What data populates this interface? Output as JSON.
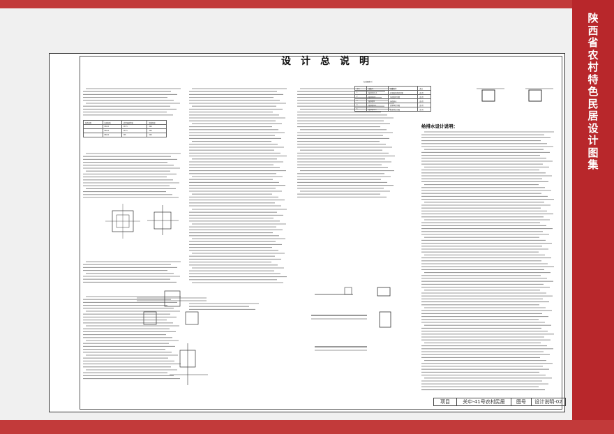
{
  "side_title": [
    "陕",
    "西",
    "省",
    "农",
    "村",
    "特",
    "色",
    "民",
    "居",
    "设",
    "计",
    "图",
    "集"
  ],
  "sheet_title": "设计总说明",
  "drainage_title": "给排水设计说明：",
  "upper_table": {
    "title": "标准图索引",
    "rows": [
      [
        "序号",
        "图集号",
        "图集名称",
        "备注"
      ],
      [
        "1",
        "陕09G01-1",
        "砖混结构构造详图",
        "选 用"
      ],
      [
        "2",
        "陕09G03",
        "基础结构详图",
        "选 用"
      ],
      [
        "3",
        "陕09J05",
        "屋面防水",
        "选 用"
      ],
      [
        "4",
        "陕09J01-1",
        "建筑构造详图",
        "选 用"
      ],
      [
        "5",
        "陕09J01-3",
        "建筑构造详图",
        "选 用"
      ]
    ]
  },
  "mid_table": {
    "rows": [
      [
        "构造类别",
        "块体材料",
        "砂浆强度等级",
        "墙体厚度"
      ],
      [
        "",
        "MU10",
        "M7.5",
        "240"
      ],
      [
        "",
        "MU10",
        "M7.5",
        "240"
      ],
      [
        "",
        "MU10",
        "M5",
        "240"
      ]
    ]
  },
  "title_block": {
    "project_label": "项目",
    "project_name": "关中-41号农村民居",
    "drawing_label": "图号",
    "drawing_no": "设计说明-02"
  },
  "colors": {
    "brand_red": "#b8272b",
    "frame": "#333333"
  }
}
